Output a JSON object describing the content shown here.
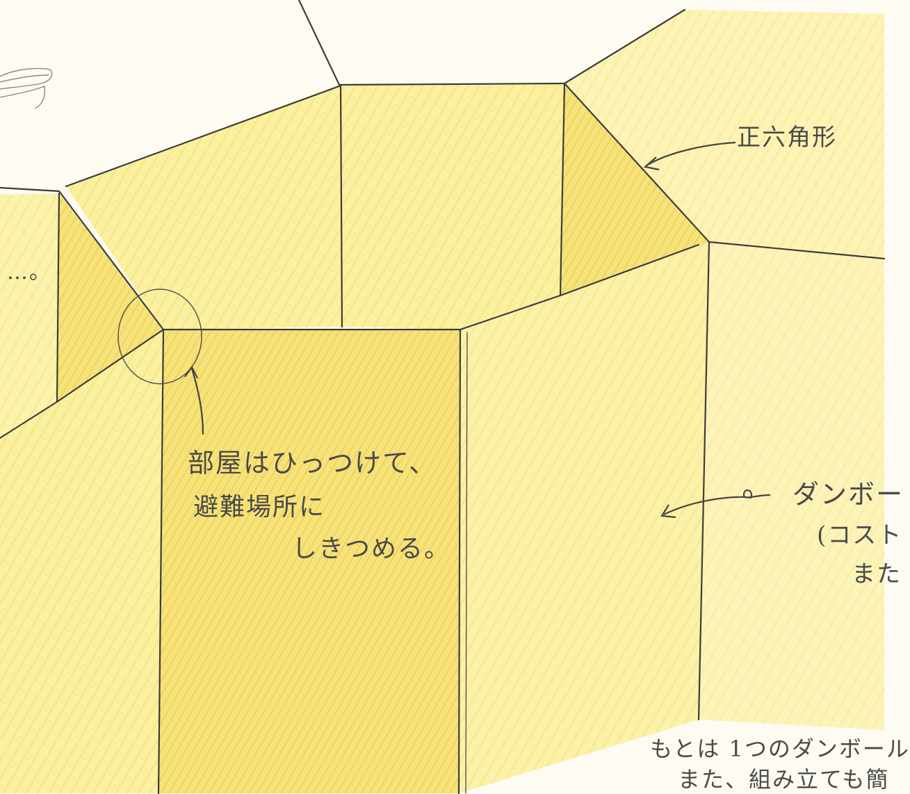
{
  "annotations": {
    "hexagon": "正六角形",
    "room_line1": "部屋はひっつけて、",
    "room_line2": "避難場所に",
    "room_line3": "しきつめる。",
    "cardboard_line1": "ダンボー",
    "cardboard_line2": "(コスト",
    "cardboard_line3": "また",
    "bottom_line1": "もとは 1つのダンボール",
    "bottom_line2": "また、組み立ても簡",
    "left_fragment": "…。"
  },
  "colors": {
    "paper": "#fdfbf2",
    "yellow_light": "#fbf0a0",
    "yellow_mid": "#f6e27a",
    "yellow_deep": "#efcf55",
    "pencil": "#3c3c3c"
  }
}
